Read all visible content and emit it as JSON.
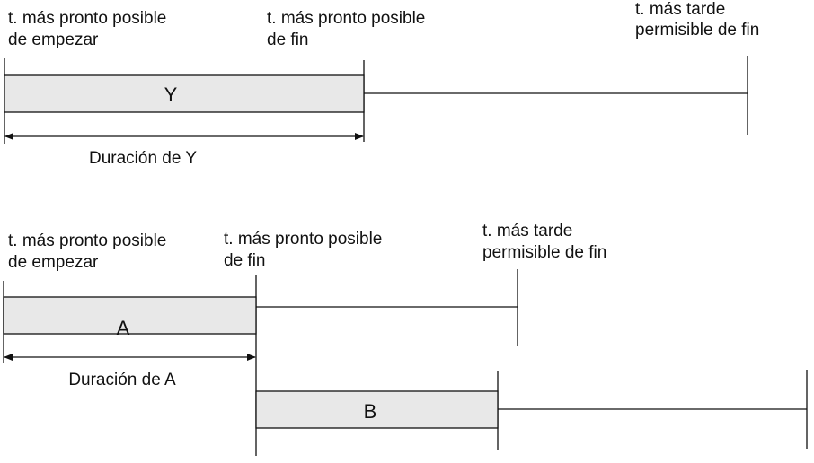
{
  "diagram_y": {
    "label_start_1": "t. más pronto posible",
    "label_start_2": "de empezar",
    "label_early_finish_1": "t. más pronto posible",
    "label_early_finish_2": "de fin",
    "label_late_finish_1": "t. más tarde",
    "label_late_finish_2": "permisible de fin",
    "bar_label": "Y",
    "duration_label": "Duración de Y"
  },
  "diagram_ab": {
    "label_start_1": "t. más pronto posible",
    "label_start_2": "de empezar",
    "label_early_finish_1": "t. más pronto posible",
    "label_early_finish_2": "de fin",
    "label_late_finish_1": "t. más tarde",
    "label_late_finish_2": "permisible de fin",
    "bar_a_label": "A",
    "duration_label": "Duración de A",
    "bar_b_label": "B"
  },
  "colors": {
    "bar_fill": "#e8e8e8",
    "stroke": "#111111"
  }
}
